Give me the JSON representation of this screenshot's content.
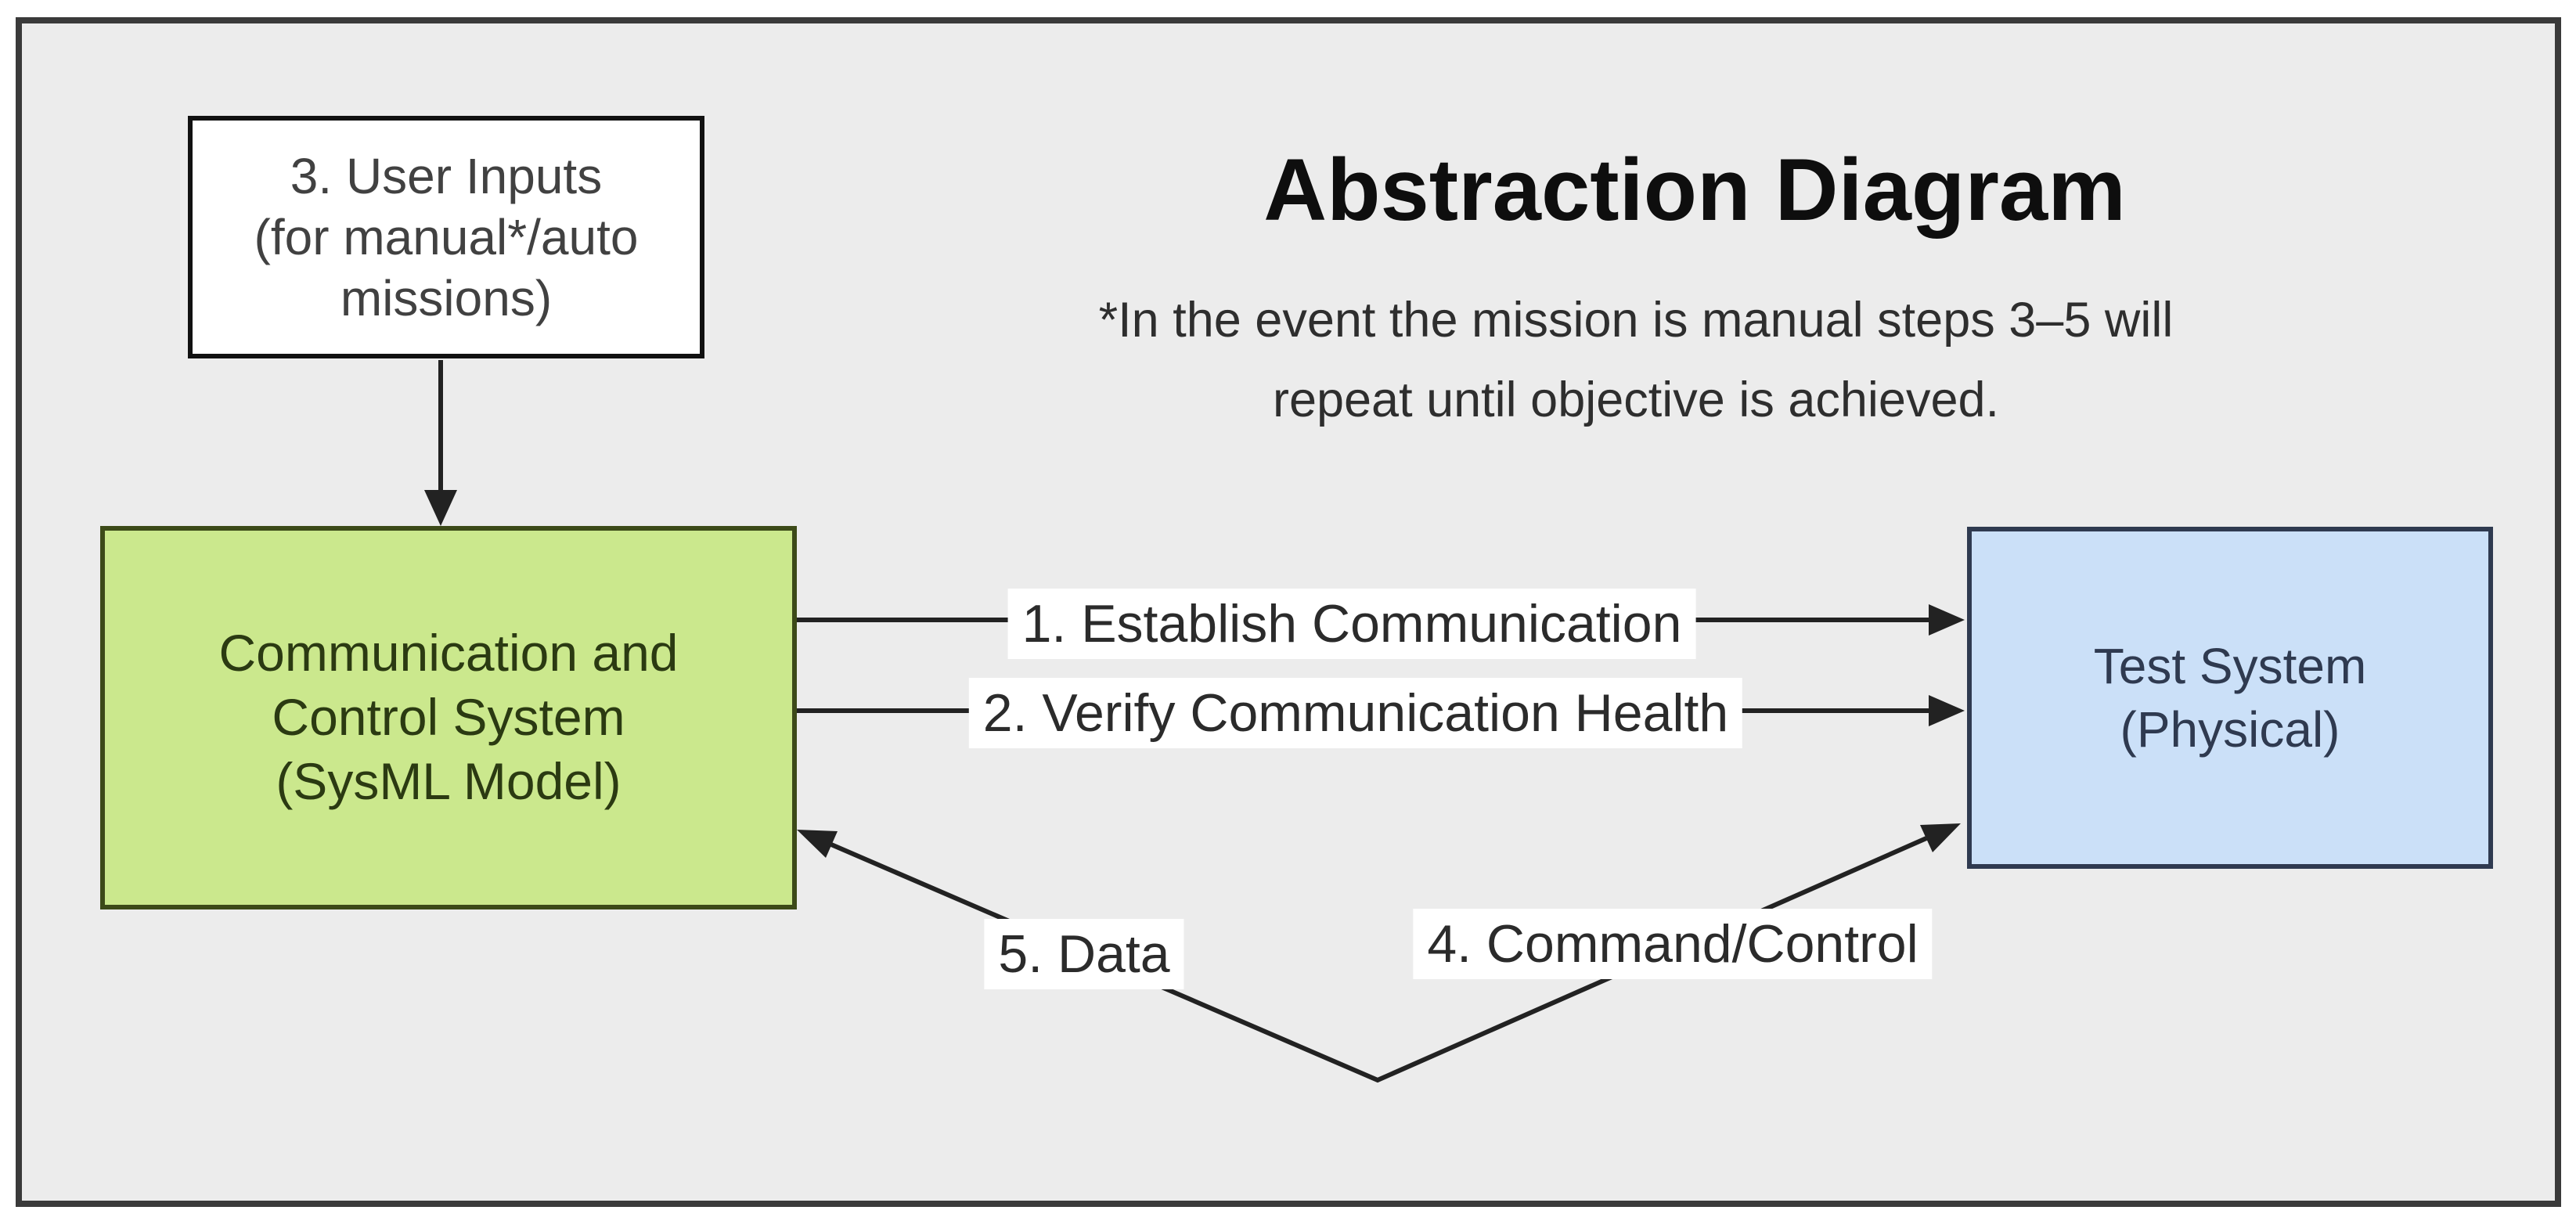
{
  "title": "Abstraction Diagram",
  "subtitle": {
    "line1": "*In the event the mission is manual steps 3–5 will",
    "line2": "repeat until objective is achieved."
  },
  "nodes": {
    "user_inputs": {
      "lines": [
        "3. User Inputs",
        "(for manual*/auto",
        "missions)"
      ],
      "fill": "#ffffff",
      "border": "#111111"
    },
    "comm_control": {
      "lines": [
        "Communication and",
        "Control System",
        "(SysML Model)"
      ],
      "fill": "#cbe88d",
      "border": "#3c4a18",
      "text_color": "#2b3a12"
    },
    "test_system": {
      "lines": [
        "Test System",
        "(Physical)"
      ],
      "fill": "#cbe0f8",
      "border": "#2f3a50",
      "text_color": "#2f3a50"
    }
  },
  "edges": {
    "establish": "1. Establish Communication",
    "verify": "2. Verify Communication Health",
    "command": "4. Command/Control",
    "data": "5. Data"
  },
  "colors": {
    "page_bg": "#ffffff",
    "frame_bg": "#ececec",
    "frame_border": "#3a3a3a",
    "arrow": "#222222",
    "label_bg": "#ffffff"
  }
}
